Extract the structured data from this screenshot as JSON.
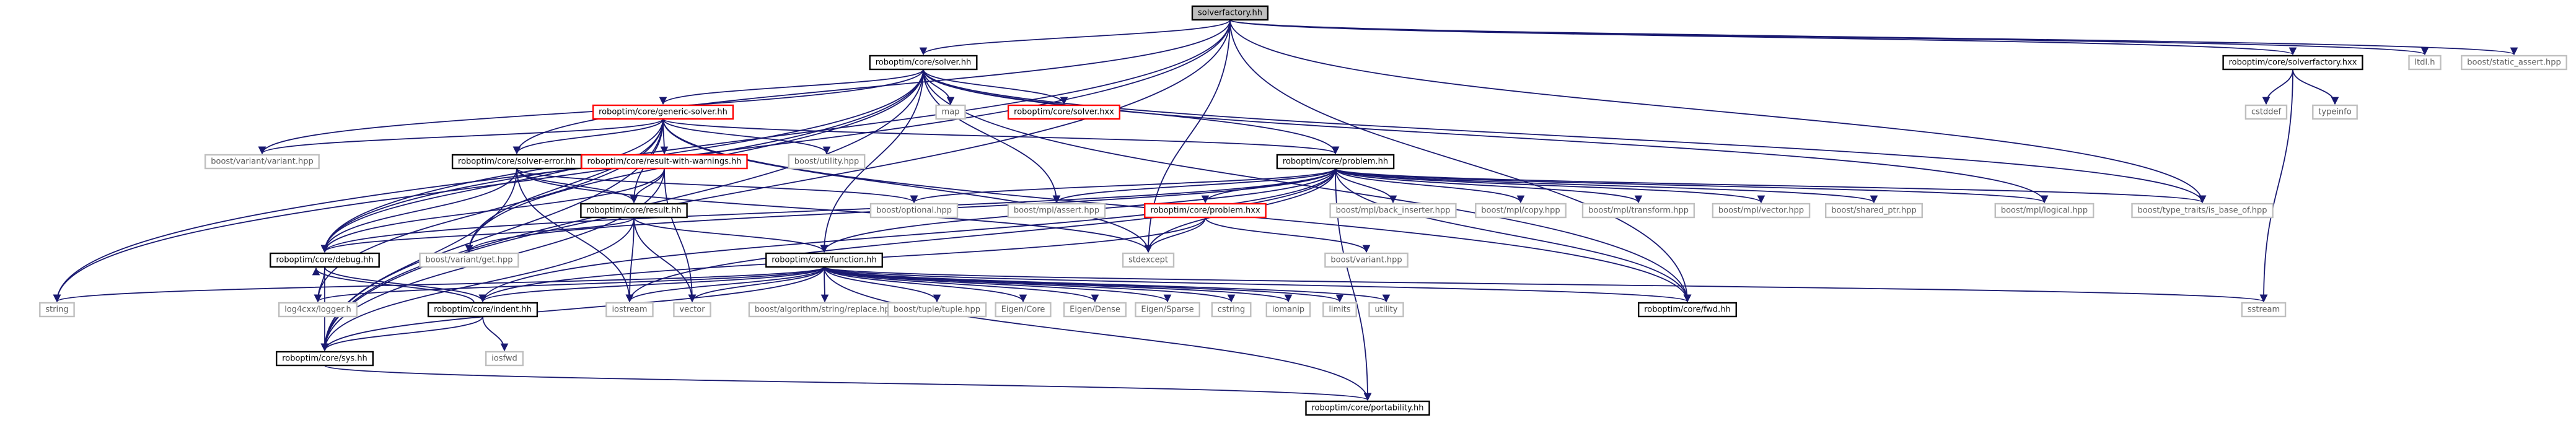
{
  "colors": {
    "background": "#ffffff",
    "edge": "#191970",
    "edge_gray": "#a9a9a9",
    "node_black": "#000000",
    "node_red": "#ff0000",
    "node_gray": "#bfbfbf",
    "root_fill": "#bfbfbf",
    "text_dark": "#000000",
    "text_gray": "#5a5a5a"
  },
  "nodes": [
    {
      "id": "solverfactory",
      "label": "solverfactory.hh",
      "kind": "root"
    },
    {
      "id": "solver_hh",
      "label": "roboptim/core/solver.hh",
      "kind": "black"
    },
    {
      "id": "solverfactory_hxx",
      "label": "roboptim/core/solverfactory.hxx",
      "kind": "black"
    },
    {
      "id": "ltdl",
      "label": "ltdl.h",
      "kind": "gray"
    },
    {
      "id": "static_assert",
      "label": "boost/static_assert.hpp",
      "kind": "gray"
    },
    {
      "id": "generic_solver",
      "label": "roboptim/core/generic-solver.hh",
      "kind": "red"
    },
    {
      "id": "map",
      "label": "map",
      "kind": "gray"
    },
    {
      "id": "solver_hxx",
      "label": "roboptim/core/solver.hxx",
      "kind": "red"
    },
    {
      "id": "cstddef",
      "label": "cstddef",
      "kind": "gray"
    },
    {
      "id": "typeinfo",
      "label": "typeinfo",
      "kind": "gray"
    },
    {
      "id": "variant_variant",
      "label": "boost/variant/variant.hpp",
      "kind": "gray"
    },
    {
      "id": "solver_error",
      "label": "roboptim/core/solver-error.hh",
      "kind": "black"
    },
    {
      "id": "result_warnings",
      "label": "roboptim/core/result-with-warnings.hh",
      "kind": "red"
    },
    {
      "id": "utility_hpp",
      "label": "boost/utility.hpp",
      "kind": "gray"
    },
    {
      "id": "problem_hh",
      "label": "roboptim/core/problem.hh",
      "kind": "black"
    },
    {
      "id": "optional",
      "label": "boost/optional.hpp",
      "kind": "gray"
    },
    {
      "id": "mpl_assert",
      "label": "boost/mpl/assert.hpp",
      "kind": "gray"
    },
    {
      "id": "problem_hxx",
      "label": "roboptim/core/problem.hxx",
      "kind": "red"
    },
    {
      "id": "back_inserter",
      "label": "boost/mpl/back_inserter.hpp",
      "kind": "gray"
    },
    {
      "id": "mpl_copy",
      "label": "boost/mpl/copy.hpp",
      "kind": "gray"
    },
    {
      "id": "mpl_transform",
      "label": "boost/mpl/transform.hpp",
      "kind": "gray"
    },
    {
      "id": "mpl_vector",
      "label": "boost/mpl/vector.hpp",
      "kind": "gray"
    },
    {
      "id": "shared_ptr",
      "label": "boost/shared_ptr.hpp",
      "kind": "gray"
    },
    {
      "id": "mpl_logical",
      "label": "boost/mpl/logical.hpp",
      "kind": "gray"
    },
    {
      "id": "is_base_of",
      "label": "boost/type_traits/is_base_of.hpp",
      "kind": "gray"
    },
    {
      "id": "result_hh",
      "label": "roboptim/core/result.hh",
      "kind": "black"
    },
    {
      "id": "stdexcept",
      "label": "stdexcept",
      "kind": "gray"
    },
    {
      "id": "variant_hpp",
      "label": "boost/variant.hpp",
      "kind": "gray"
    },
    {
      "id": "debug_hh",
      "label": "roboptim/core/debug.hh",
      "kind": "black"
    },
    {
      "id": "variant_get",
      "label": "boost/variant/get.hpp",
      "kind": "gray"
    },
    {
      "id": "function_hh",
      "label": "roboptim/core/function.hh",
      "kind": "black"
    },
    {
      "id": "string",
      "label": "string",
      "kind": "gray"
    },
    {
      "id": "logger",
      "label": "log4cxx/logger.h",
      "kind": "gray"
    },
    {
      "id": "indent_hh",
      "label": "roboptim/core/indent.hh",
      "kind": "black"
    },
    {
      "id": "iostream",
      "label": "iostream",
      "kind": "gray"
    },
    {
      "id": "vector",
      "label": "vector",
      "kind": "gray"
    },
    {
      "id": "replace_hpp",
      "label": "boost/algorithm/string/replace.hpp",
      "kind": "gray"
    },
    {
      "id": "tuple_hpp",
      "label": "boost/tuple/tuple.hpp",
      "kind": "gray"
    },
    {
      "id": "eigen_core",
      "label": "Eigen/Core",
      "kind": "gray"
    },
    {
      "id": "eigen_dense",
      "label": "Eigen/Dense",
      "kind": "gray"
    },
    {
      "id": "eigen_sparse",
      "label": "Eigen/Sparse",
      "kind": "gray"
    },
    {
      "id": "cstring",
      "label": "cstring",
      "kind": "gray"
    },
    {
      "id": "iomanip",
      "label": "iomanip",
      "kind": "gray"
    },
    {
      "id": "limits",
      "label": "limits",
      "kind": "gray"
    },
    {
      "id": "utility",
      "label": "utility",
      "kind": "gray"
    },
    {
      "id": "fwd_hh",
      "label": "roboptim/core/fwd.hh",
      "kind": "black"
    },
    {
      "id": "sstream",
      "label": "sstream",
      "kind": "gray"
    },
    {
      "id": "iosfwd",
      "label": "iosfwd",
      "kind": "gray"
    },
    {
      "id": "sys_hh",
      "label": "roboptim/core/sys.hh",
      "kind": "black"
    },
    {
      "id": "portability",
      "label": "roboptim/core/portability.hh",
      "kind": "black"
    }
  ],
  "edges": [
    [
      "solverfactory",
      "solver_hh"
    ],
    [
      "solverfactory",
      "solverfactory_hxx"
    ],
    [
      "solverfactory",
      "ltdl"
    ],
    [
      "solverfactory",
      "static_assert"
    ],
    [
      "solverfactory",
      "string"
    ],
    [
      "solverfactory",
      "sys_hh"
    ],
    [
      "solverfactory",
      "debug_hh"
    ],
    [
      "solverfactory",
      "solver_error"
    ],
    [
      "solverfactory",
      "stdexcept"
    ],
    [
      "solverfactory",
      "is_base_of"
    ],
    [
      "solverfactory",
      "fwd_hh"
    ],
    [
      "solverfactory_hxx",
      "cstddef"
    ],
    [
      "solverfactory_hxx",
      "typeinfo"
    ],
    [
      "solverfactory_hxx",
      "sstream"
    ],
    [
      "solver_hh",
      "generic_solver"
    ],
    [
      "solver_hh",
      "map"
    ],
    [
      "solver_hh",
      "solver_hxx"
    ],
    [
      "solver_hh",
      "problem_hh"
    ],
    [
      "solver_hh",
      "function_hh"
    ],
    [
      "solver_hh",
      "mpl_assert"
    ],
    [
      "solver_hh",
      "mpl_logical"
    ],
    [
      "solver_hh",
      "is_base_of"
    ],
    [
      "solver_hh",
      "string"
    ],
    [
      "solver_hh",
      "sys_hh"
    ],
    [
      "solver_hh",
      "debug_hh"
    ],
    [
      "solver_hh",
      "variant_get"
    ],
    [
      "solver_hh",
      "fwd_hh"
    ],
    [
      "solver_hh",
      "variant_variant"
    ],
    [
      "generic_solver",
      "variant_variant"
    ],
    [
      "generic_solver",
      "solver_error"
    ],
    [
      "generic_solver",
      "result_warnings"
    ],
    [
      "generic_solver",
      "utility_hpp"
    ],
    [
      "generic_solver",
      "problem_hh"
    ],
    [
      "generic_solver",
      "result_hh"
    ],
    [
      "generic_solver",
      "debug_hh"
    ],
    [
      "generic_solver",
      "variant_get"
    ],
    [
      "generic_solver",
      "sys_hh"
    ],
    [
      "generic_solver",
      "fwd_hh"
    ],
    [
      "generic_solver",
      "logger"
    ],
    [
      "generic_solver",
      "stdexcept"
    ],
    [
      "solver_error",
      "result_hh"
    ],
    [
      "solver_error",
      "stdexcept"
    ],
    [
      "solver_error",
      "debug_hh"
    ],
    [
      "solver_error",
      "iostream"
    ],
    [
      "solver_error",
      "sys_hh"
    ],
    [
      "solver_error",
      "optional"
    ],
    [
      "result_warnings",
      "result_hh"
    ],
    [
      "result_warnings",
      "solver_error"
    ],
    [
      "result_warnings",
      "vector"
    ],
    [
      "result_warnings",
      "debug_hh"
    ],
    [
      "result_warnings",
      "sys_hh"
    ],
    [
      "problem_hh",
      "optional"
    ],
    [
      "problem_hh",
      "mpl_assert"
    ],
    [
      "problem_hh",
      "problem_hxx"
    ],
    [
      "problem_hh",
      "back_inserter"
    ],
    [
      "problem_hh",
      "mpl_copy"
    ],
    [
      "problem_hh",
      "mpl_transform"
    ],
    [
      "problem_hh",
      "mpl_vector"
    ],
    [
      "problem_hh",
      "shared_ptr"
    ],
    [
      "problem_hh",
      "mpl_logical"
    ],
    [
      "problem_hh",
      "is_base_of"
    ],
    [
      "problem_hh",
      "stdexcept"
    ],
    [
      "problem_hh",
      "function_hh"
    ],
    [
      "problem_hh",
      "fwd_hh"
    ],
    [
      "problem_hh",
      "portability"
    ],
    [
      "problem_hh",
      "variant_get"
    ],
    [
      "problem_hh",
      "indent_hh"
    ],
    [
      "problem_hh",
      "iostream"
    ],
    [
      "problem_hh",
      "debug_hh"
    ],
    [
      "problem_hxx",
      "variant_hpp"
    ],
    [
      "problem_hxx",
      "stdexcept"
    ],
    [
      "problem_hxx",
      "indent_hh"
    ],
    [
      "result_hh",
      "debug_hh"
    ],
    [
      "result_hh",
      "function_hh"
    ],
    [
      "result_hh",
      "iostream"
    ],
    [
      "result_hh",
      "vector"
    ],
    [
      "result_hh",
      "sys_hh"
    ],
    [
      "debug_hh",
      "logger"
    ],
    [
      "debug_hh",
      "indent_hh"
    ],
    [
      "debug_hh",
      "sys_hh"
    ],
    [
      "indent_hh",
      "debug_hh"
    ],
    [
      "indent_hh",
      "iosfwd"
    ],
    [
      "indent_hh",
      "sys_hh"
    ],
    [
      "function_hh",
      "string"
    ],
    [
      "function_hh",
      "logger"
    ],
    [
      "function_hh",
      "indent_hh"
    ],
    [
      "function_hh",
      "iostream"
    ],
    [
      "function_hh",
      "vector"
    ],
    [
      "function_hh",
      "replace_hpp"
    ],
    [
      "function_hh",
      "tuple_hpp"
    ],
    [
      "function_hh",
      "eigen_core"
    ],
    [
      "function_hh",
      "eigen_dense"
    ],
    [
      "function_hh",
      "eigen_sparse"
    ],
    [
      "function_hh",
      "cstring"
    ],
    [
      "function_hh",
      "iomanip"
    ],
    [
      "function_hh",
      "limits"
    ],
    [
      "function_hh",
      "utility"
    ],
    [
      "function_hh",
      "fwd_hh"
    ],
    [
      "function_hh",
      "sstream"
    ],
    [
      "function_hh",
      "sys_hh"
    ],
    [
      "function_hh",
      "portability"
    ],
    [
      "sys_hh",
      "portability"
    ]
  ]
}
